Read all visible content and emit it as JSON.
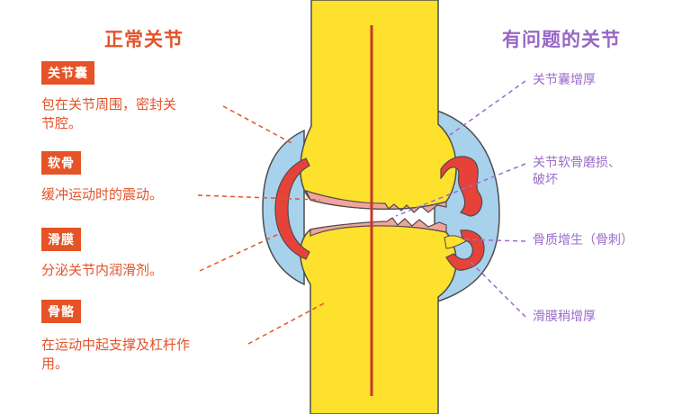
{
  "left_panel": {
    "title": "正常关节",
    "items": [
      {
        "tag": "关节囊",
        "desc_line1": "包在关节周围，密封关",
        "desc_line2": "节腔。"
      },
      {
        "tag": "软骨",
        "desc_line1": "缓冲运动时的震动。"
      },
      {
        "tag": "滑膜",
        "desc_line1": "分泌关节内润滑剂。"
      },
      {
        "tag": "骨骼",
        "desc_line1": "在运动中起支撑及杠杆作",
        "desc_line2": "用。"
      }
    ]
  },
  "right_panel": {
    "title": "有问题的关节",
    "labels": [
      {
        "line1": "关节囊增厚"
      },
      {
        "line1": "关节软骨磨损、",
        "line2": "破坏"
      },
      {
        "line1": "骨质增生（骨刺）"
      },
      {
        "line1": "滑膜稍增厚"
      }
    ]
  },
  "colors": {
    "left_text": "#e3532b",
    "tag_bg": "#e55326",
    "right_text": "#9b6ccb",
    "bone": "#fde12d",
    "cartilage": "#f2a49a",
    "synovium": "#e6423a",
    "capsule": "#a8d1ec",
    "divider": "#c8372d"
  }
}
